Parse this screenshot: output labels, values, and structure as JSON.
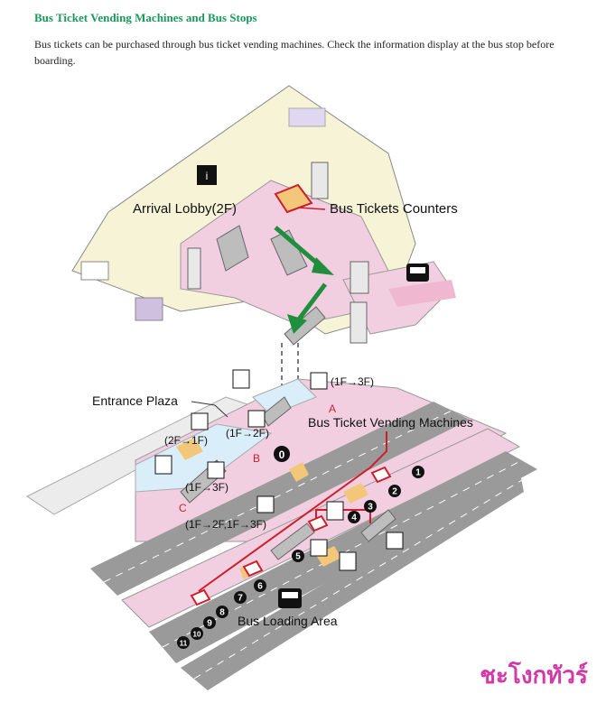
{
  "page": {
    "title": "Bus Ticket Vending Machines and Bus Stops",
    "description": "Bus tickets can be purchased through bus ticket vending machines. Check the information display at the bus stop before boarding."
  },
  "labels": {
    "arrival_lobby": "Arrival Lobby(2F)",
    "bus_tickets_counters": "Bus Tickets Counters",
    "entrance_plaza": "Entrance Plaza",
    "bus_ticket_vending_machines": "Bus Ticket Vending Machines",
    "bus_loading_area": "Bus Loading Area",
    "esc_1f_3f_top": "(1F→3F)",
    "esc_2f_1f": "(2F→1F)",
    "esc_1f_2f": "(1F→2F)",
    "esc_1f_3f_mid": "(1F→3F)",
    "esc_combo": "(1F→2F,1F→3F)",
    "letter_a": "A",
    "letter_b": "B",
    "letter_c": "C",
    "zero": "0"
  },
  "stops": [
    "1",
    "2",
    "3",
    "4",
    "5",
    "6",
    "7",
    "8",
    "9",
    "10",
    "11"
  ],
  "watermark": "ชะโงกทัวร์",
  "colors": {
    "title": "#1a9a5a",
    "accent_red": "#cc1f2a",
    "arrow_green": "#1f8f3e",
    "floor_pink": "#f2cfe0",
    "road_gray": "#9a9a9a"
  }
}
